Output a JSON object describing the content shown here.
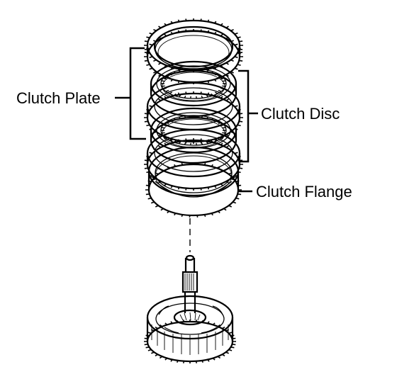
{
  "labels": {
    "clutch_plate": "Clutch Plate",
    "clutch_disc": "Clutch Disc",
    "clutch_flange": "Clutch Flange"
  }
}
